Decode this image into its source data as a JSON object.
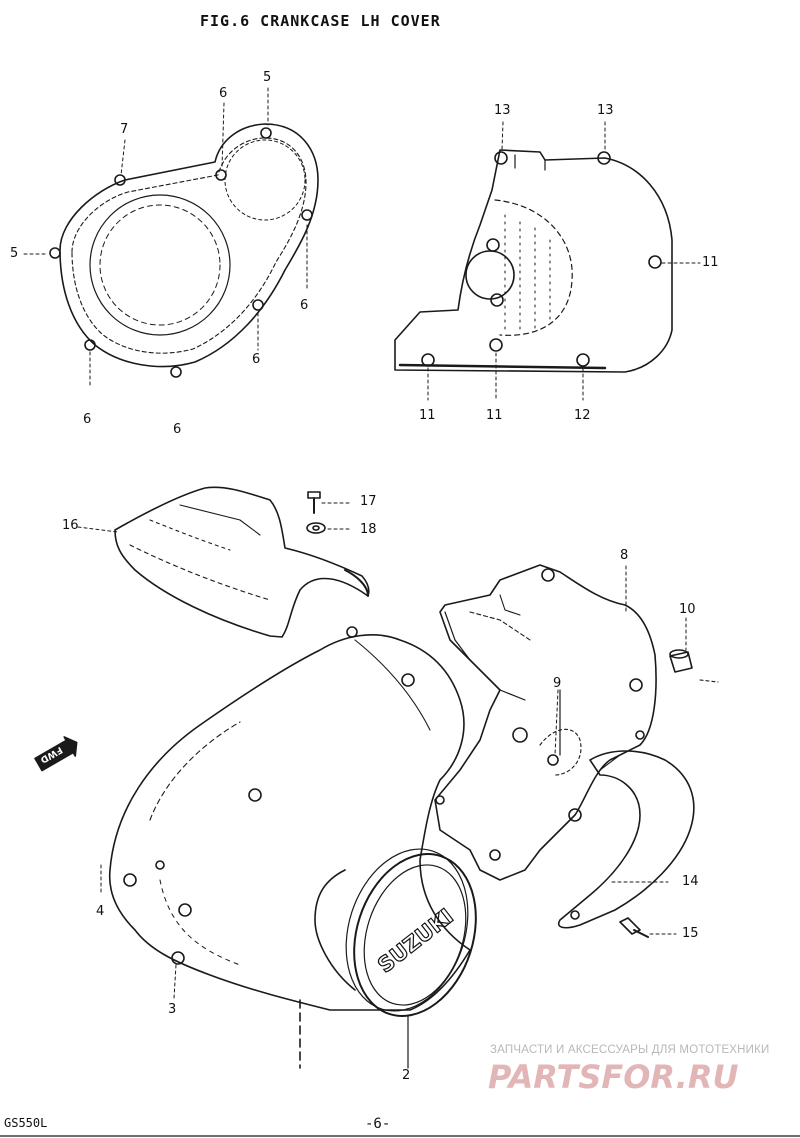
{
  "figure": {
    "title": "FIG.6  CRANKCASE LH COVER",
    "footer_model": "GS550L",
    "page_number": "-6-"
  },
  "callouts": [
    {
      "id": "c5a",
      "label": "5"
    },
    {
      "id": "c6a",
      "label": "6"
    },
    {
      "id": "c7",
      "label": "7"
    },
    {
      "id": "c5b",
      "label": "5"
    },
    {
      "id": "c6b",
      "label": "6"
    },
    {
      "id": "c6c",
      "label": "6"
    },
    {
      "id": "c6d",
      "label": "6"
    },
    {
      "id": "c6e",
      "label": "6"
    },
    {
      "id": "c13a",
      "label": "13"
    },
    {
      "id": "c13b",
      "label": "13"
    },
    {
      "id": "c11a",
      "label": "11"
    },
    {
      "id": "c11b",
      "label": "11"
    },
    {
      "id": "c11c",
      "label": "11"
    },
    {
      "id": "c12",
      "label": "12"
    },
    {
      "id": "c17",
      "label": "17"
    },
    {
      "id": "c18",
      "label": "18"
    },
    {
      "id": "c16",
      "label": "16"
    },
    {
      "id": "c8",
      "label": "8"
    },
    {
      "id": "c10",
      "label": "10"
    },
    {
      "id": "c9",
      "label": "9"
    },
    {
      "id": "c14",
      "label": "14"
    },
    {
      "id": "c15",
      "label": "15"
    },
    {
      "id": "c4",
      "label": "4"
    },
    {
      "id": "c3",
      "label": "3"
    },
    {
      "id": "c2",
      "label": "2"
    }
  ],
  "emblem_text": "SUZUKI",
  "fwd_arrow_text": "FWD",
  "watermark": {
    "caption": "ЗАПЧАСТИ И АКСЕССУАРЫ ДЛЯ МОТОТЕХНИКИ",
    "logo": "PARTSFOR.RU",
    "color": "#e2b6b6"
  }
}
